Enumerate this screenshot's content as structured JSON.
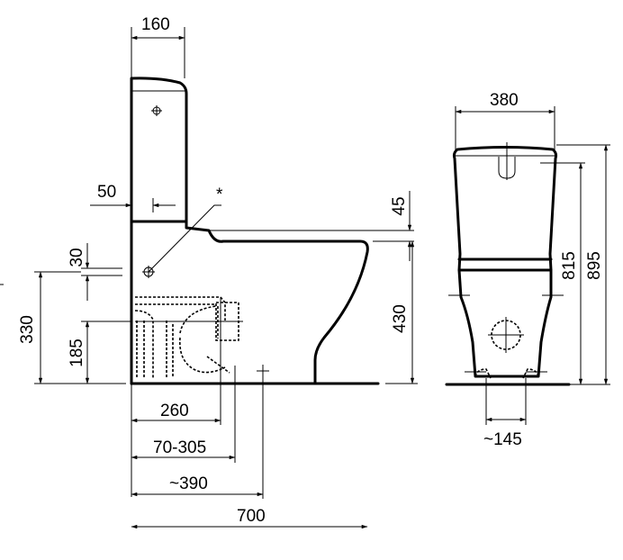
{
  "side_view": {
    "dim_cistern_depth": "160",
    "dim_inlet_offset": "50",
    "dim_marker": "*",
    "dim_inlet_height": "30",
    "dim_total_inlet_height": "330",
    "dim_outlet_height": "185",
    "dim_outlet_260": "260",
    "dim_outlet_range": "70-305",
    "dim_outlet_390": "~390",
    "dim_total_length": "700",
    "dim_cistern_top_gap": "45",
    "dim_seat_height": "430"
  },
  "front_view": {
    "dim_width": "380",
    "dim_height_815": "815",
    "dim_height_895": "895",
    "dim_foot_spacing": "~145"
  }
}
